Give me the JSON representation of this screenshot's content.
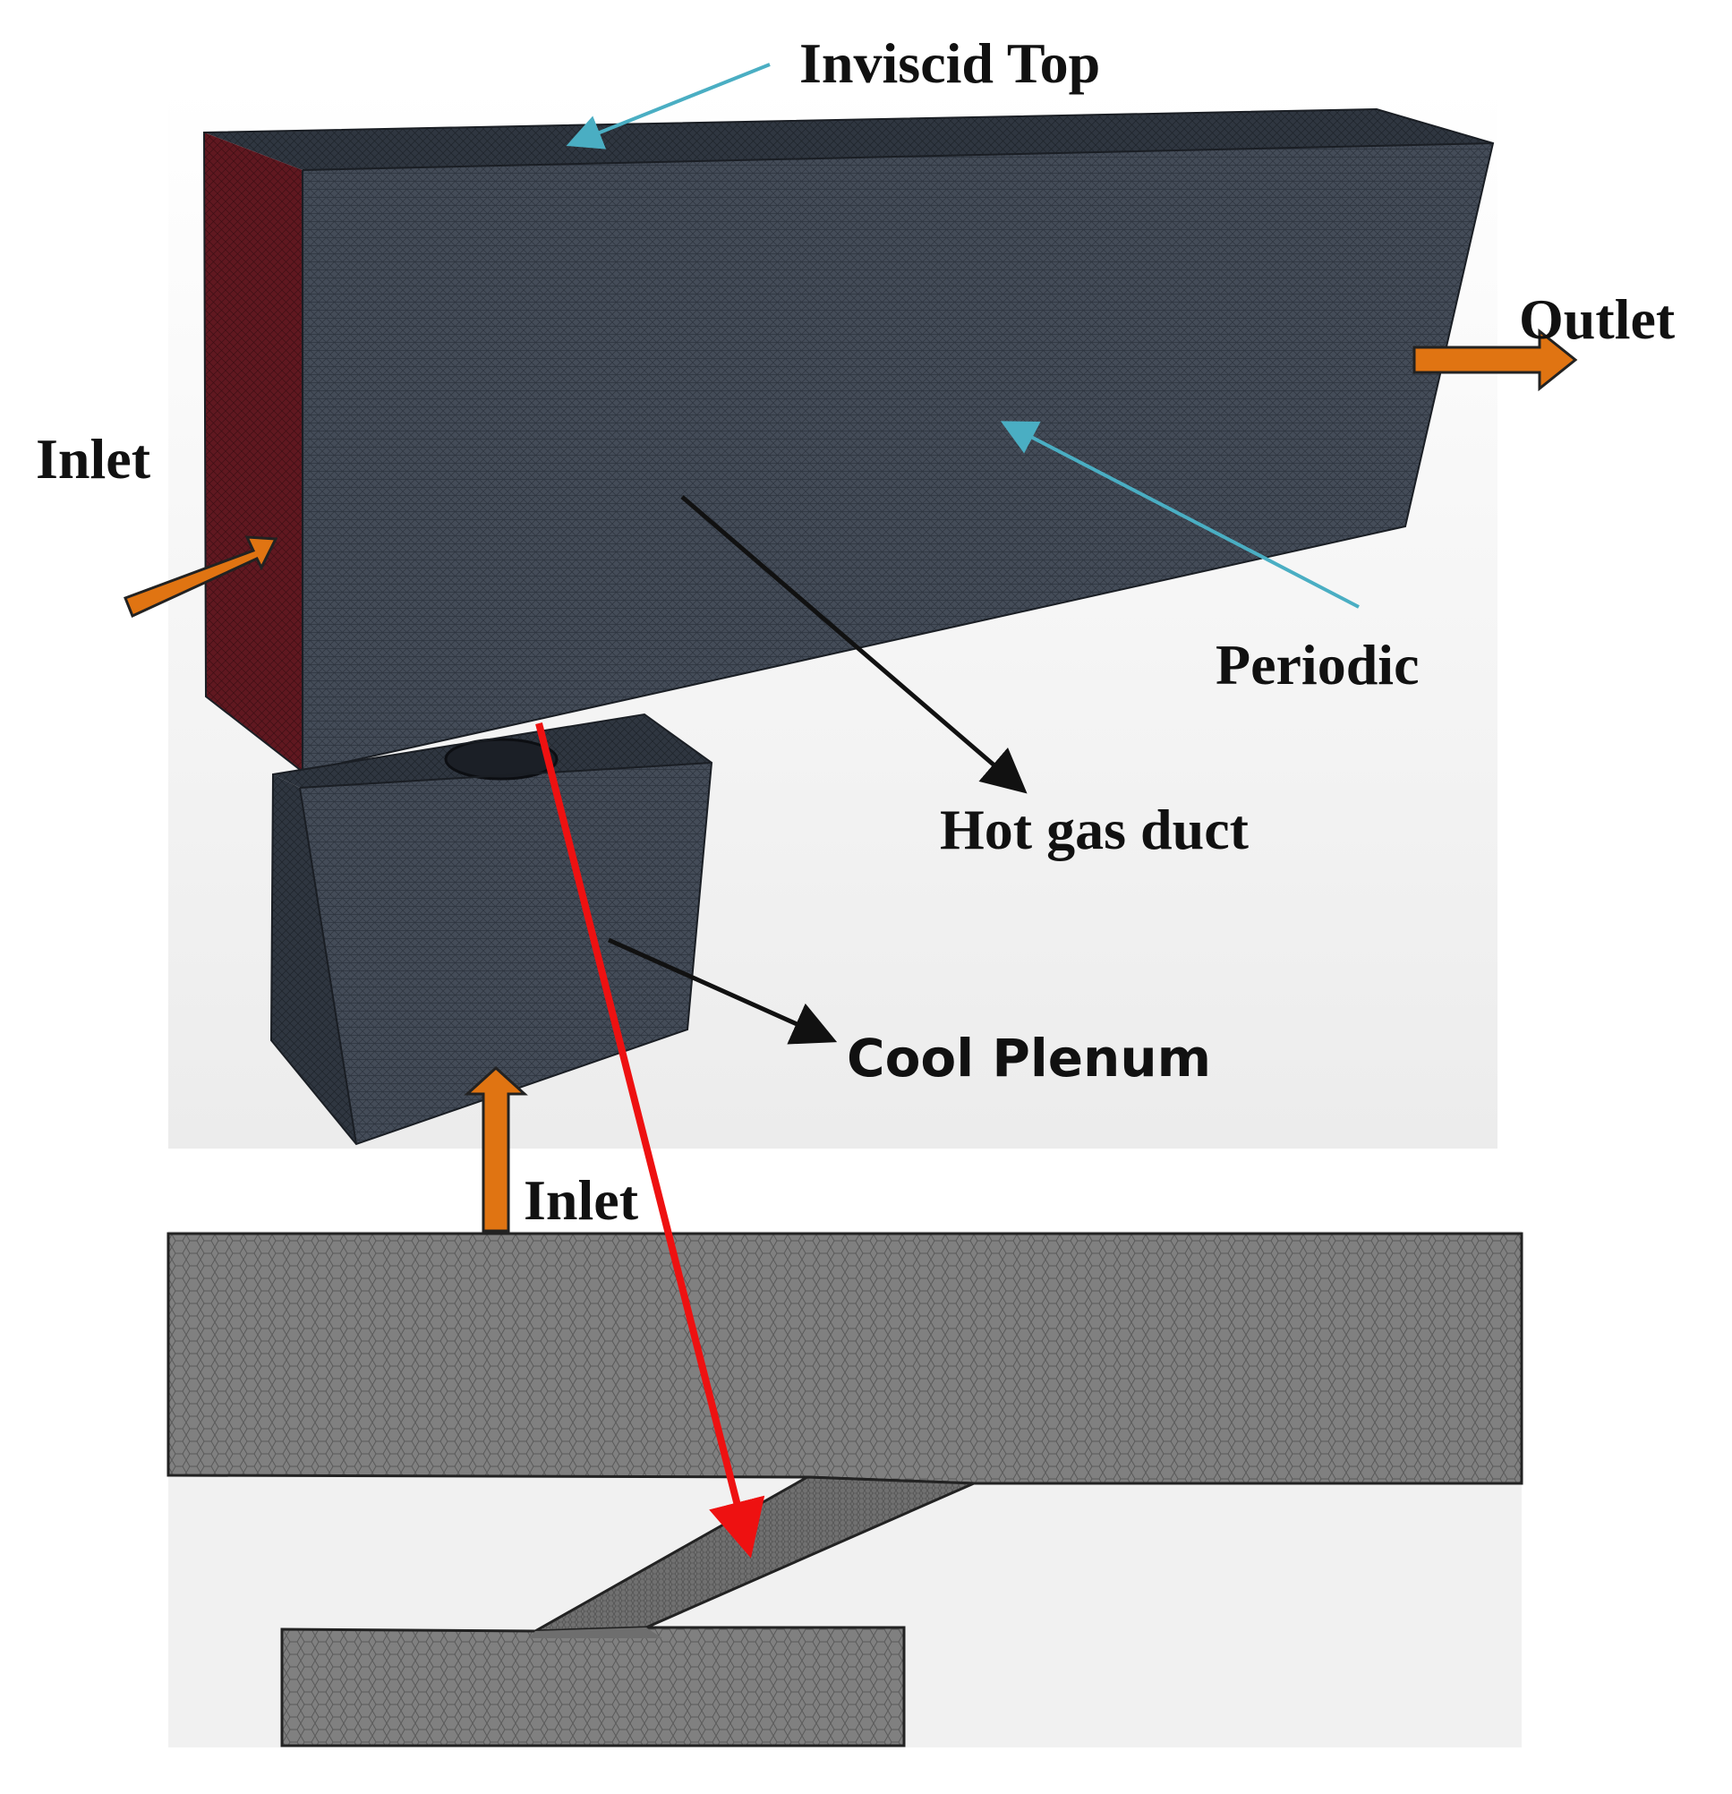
{
  "labels": {
    "inviscid_top": "Inviscid Top",
    "outlet": "Outlet",
    "inlet_main": "Inlet",
    "periodic": "Periodic",
    "hot_gas_duct": "Hot gas duct",
    "cool_plenum": "Cool Plenum",
    "inlet_plenum": "Inlet"
  },
  "colors": {
    "mesh_face": "#434b57",
    "inlet_face": "#6b1820",
    "section_mesh": "#7f7f7f",
    "flow_arrow": "#e07412",
    "annotation_arrow": "#4aaec3",
    "pointer_arrow": "#111111",
    "section_arrow": "#ee1111"
  }
}
